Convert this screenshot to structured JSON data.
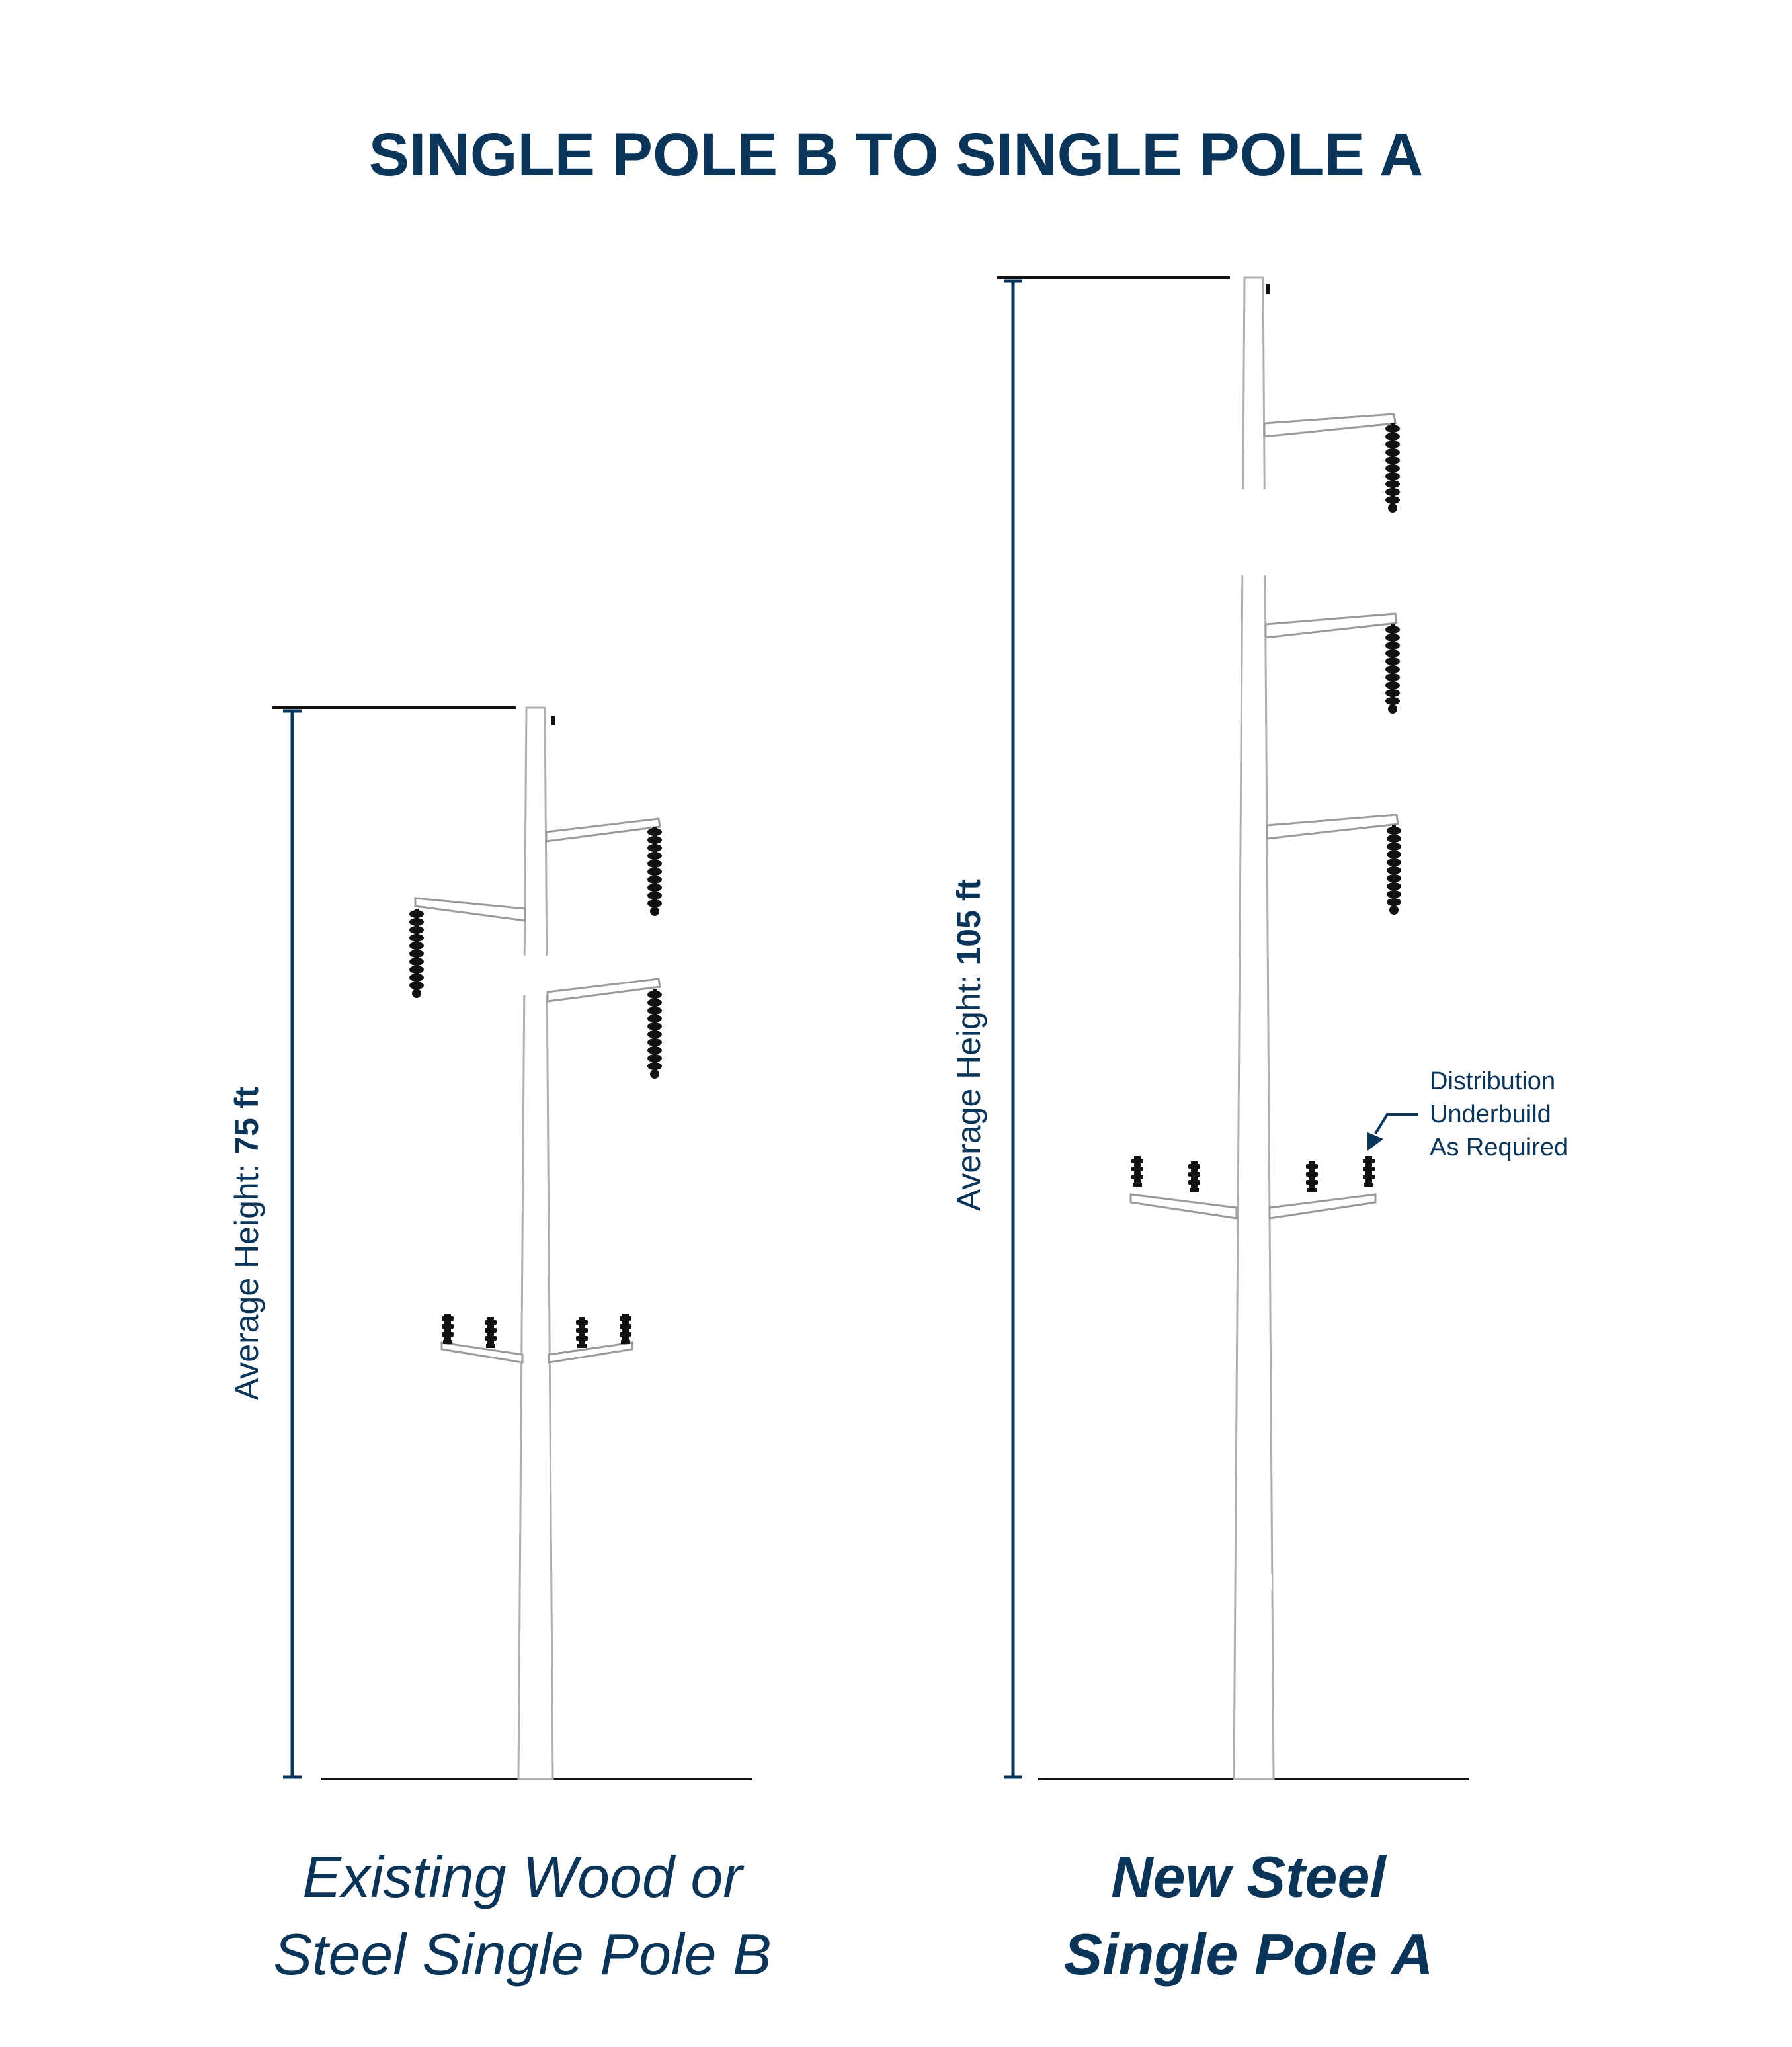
{
  "title": "SINGLE POLE B TO SINGLE POLE A",
  "left_pole": {
    "height_label": "Average Height: ",
    "height_value": "75 ft",
    "caption_line1": "Existing Wood or",
    "caption_line2": "Steel Single Pole B"
  },
  "right_pole": {
    "height_label": "Average Height: ",
    "height_value": "105 ft",
    "caption_line1": "New Steel",
    "caption_line2": "Single Pole A",
    "note_line1": "Distribution",
    "note_line2": "Underbuild",
    "note_line3": "As Required"
  },
  "colors": {
    "text": "#0b3558",
    "pole_outline": "#b0b0b0",
    "insulator": "#111111",
    "background": "#ffffff"
  }
}
